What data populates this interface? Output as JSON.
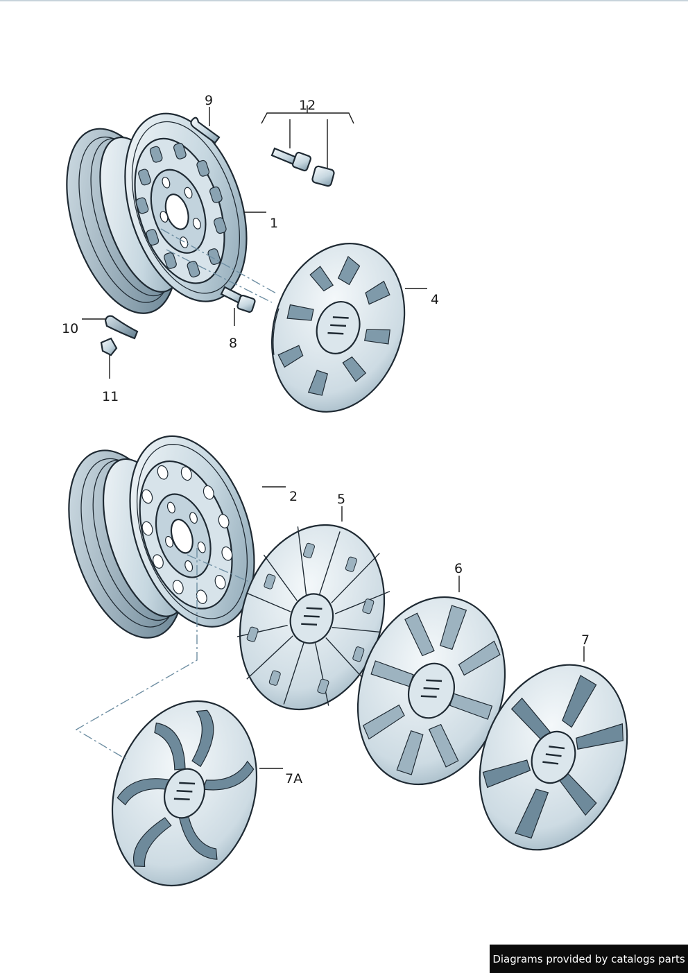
{
  "diagram": {
    "callouts": [
      {
        "id": "c1",
        "label": "1"
      },
      {
        "id": "c2",
        "label": "2"
      },
      {
        "id": "c4",
        "label": "4"
      },
      {
        "id": "c5",
        "label": "5"
      },
      {
        "id": "c6",
        "label": "6"
      },
      {
        "id": "c7",
        "label": "7"
      },
      {
        "id": "c7a",
        "label": "7A"
      },
      {
        "id": "c8",
        "label": "8"
      },
      {
        "id": "c9",
        "label": "9"
      },
      {
        "id": "c10",
        "label": "10"
      },
      {
        "id": "c11",
        "label": "11"
      },
      {
        "id": "c12",
        "label": "12"
      }
    ]
  },
  "footer": {
    "credit": "Diagrams provided by catalogs parts"
  },
  "colors": {
    "steel_light": "#eef4f7",
    "steel_mid": "#c6d7e0",
    "steel_dark": "#7f9aaa",
    "outline": "#1f2a33",
    "axis_line": "#6f8fa3",
    "credit_bg": "#0b0b0b"
  }
}
